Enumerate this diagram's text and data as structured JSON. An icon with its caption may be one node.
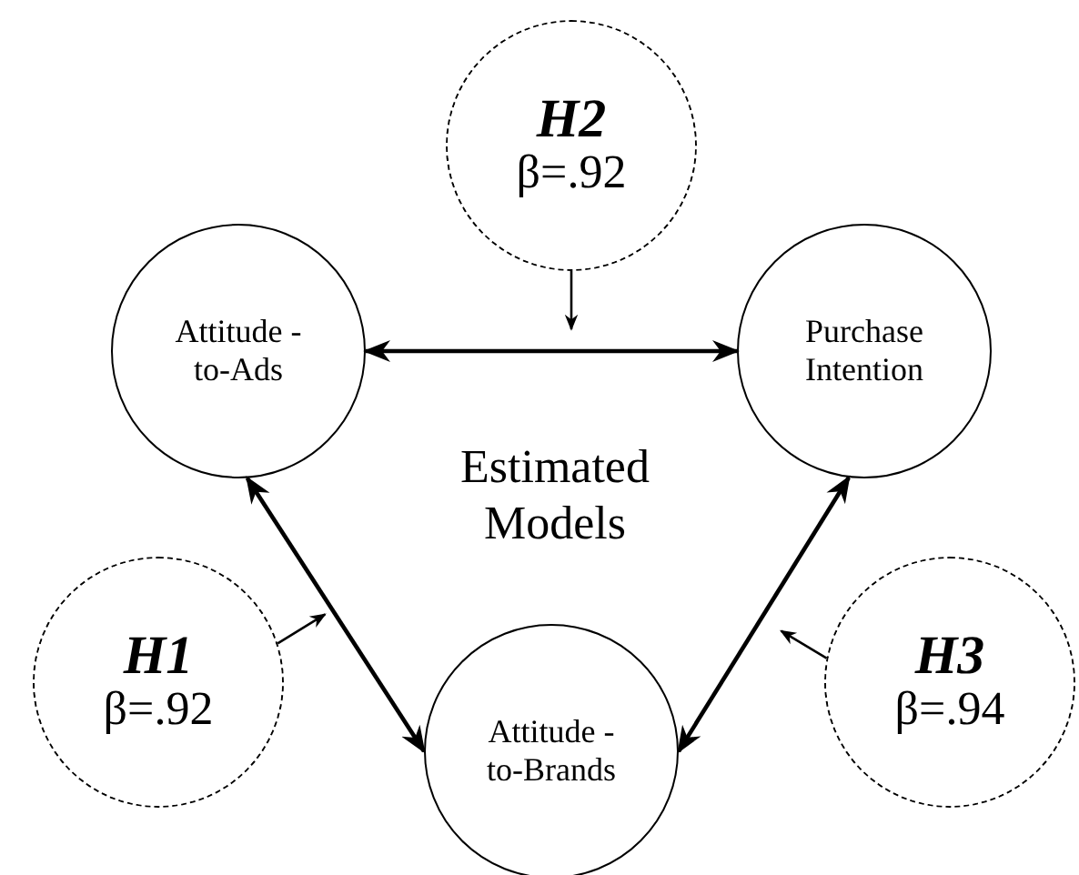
{
  "diagram": {
    "nodes": [
      {
        "text": [
          "Attitude -to-Ads"
        ]
      },
      {
        "text": [
          "Purchase Intention"
        ]
      },
      {
        "text": [
          "Attitude -to-Brands"
        ]
      },
      {
        "text": [
          "H2",
          "β=.92"
        ]
      },
      {
        "text": [
          "H1",
          "β=.92"
        ]
      },
      {
        "text": [
          "H3",
          "β=.94"
        ]
      }
    ],
    "edges": [
      {
        "from": 0,
        "to": 1,
        "arrow": "both"
      },
      {
        "from": 0,
        "to": 2,
        "arrow": "both"
      },
      {
        "from": 1,
        "to": 2,
        "arrow": "both"
      },
      {
        "from": 3,
        "to": null,
        "arrow": "to"
      },
      {
        "from": 4,
        "to": null,
        "arrow": "to"
      },
      {
        "from": 5,
        "to": null,
        "arrow": "to"
      }
    ],
    "labels": [
      "Estimated Models"
    ]
  }
}
